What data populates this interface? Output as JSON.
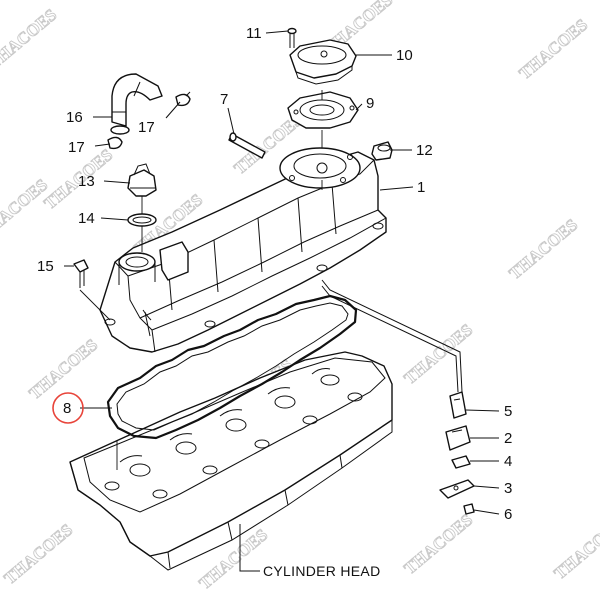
{
  "diagram": {
    "callouts": {
      "c1": "1",
      "c2": "2",
      "c3": "3",
      "c4": "4",
      "c5": "5",
      "c6": "6",
      "c7": "7",
      "c8": "8",
      "c9": "9",
      "c10": "10",
      "c11": "11",
      "c12": "12",
      "c13": "13",
      "c14": "14",
      "c15": "15",
      "c16": "16",
      "c17a": "17",
      "c17b": "17"
    },
    "caption": "CYLINDER HEAD",
    "highlight_color": "#e8443a",
    "watermark": "THACOES"
  }
}
